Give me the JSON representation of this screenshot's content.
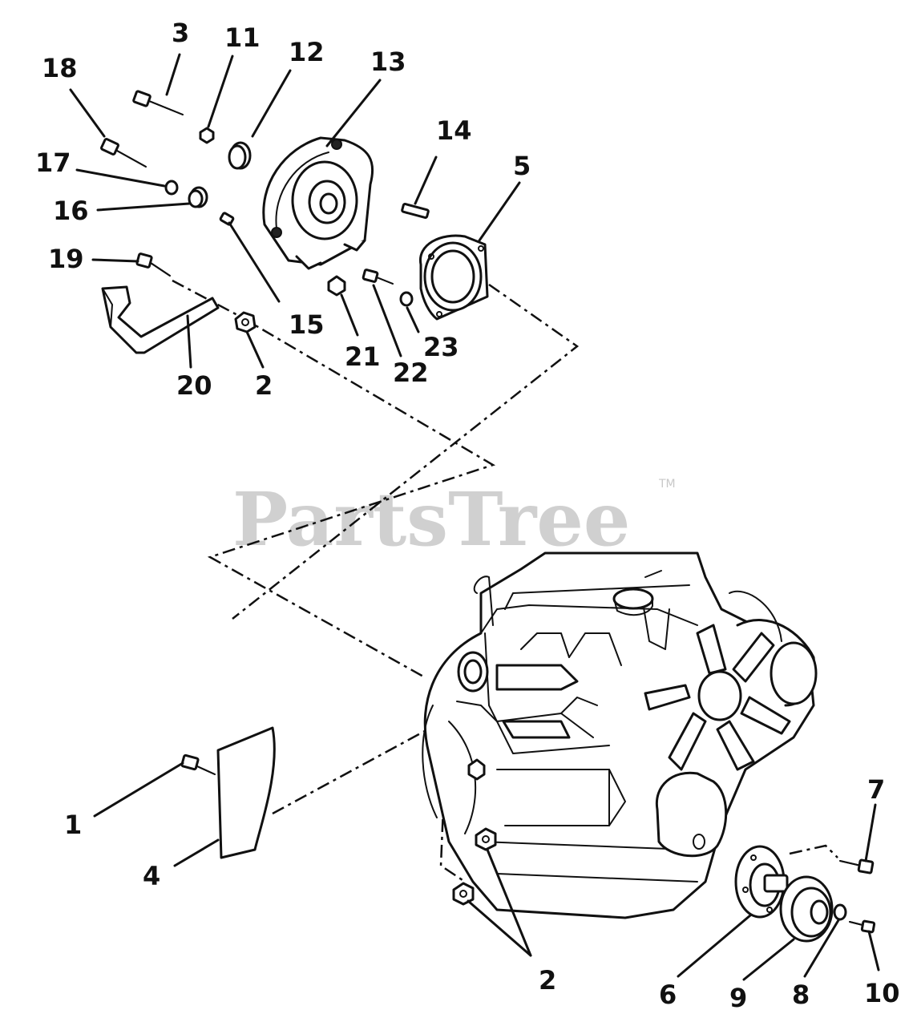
{
  "watermark": {
    "brand": "PartsTree",
    "trademark": "TM"
  },
  "callouts": {
    "c1": "1",
    "c2a": "2",
    "c2b": "2",
    "c3": "3",
    "c4": "4",
    "c5": "5",
    "c6": "6",
    "c7": "7",
    "c8": "8",
    "c9": "9",
    "c10": "10",
    "c11": "11",
    "c12": "12",
    "c13": "13",
    "c14": "14",
    "c15": "15",
    "c16": "16",
    "c17": "17",
    "c18": "18",
    "c19": "19",
    "c20": "20",
    "c21": "21",
    "c22": "22",
    "c23": "23"
  }
}
